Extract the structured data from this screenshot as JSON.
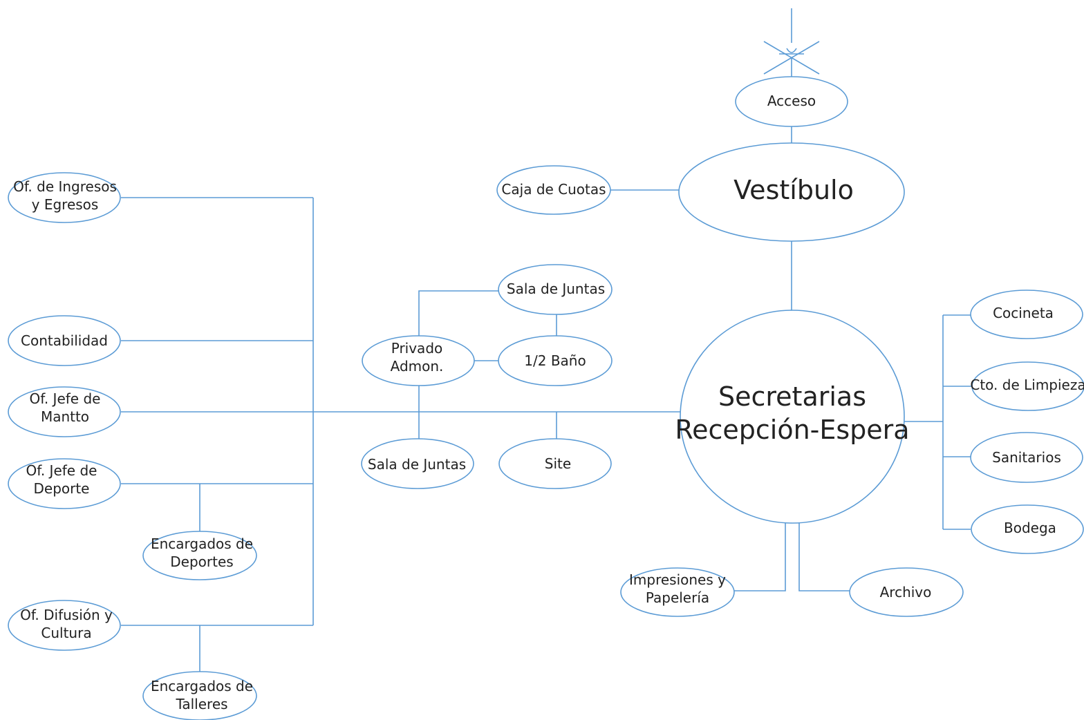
{
  "colors": {
    "line": "#5b9bd5",
    "text": "#222222",
    "background": "#ffffff"
  },
  "diagram": {
    "entry_marker": "entry-arrow-icon",
    "nodes": {
      "acceso": {
        "lines": [
          "Acceso"
        ]
      },
      "vestibulo": {
        "lines": [
          "Vestíbulo"
        ]
      },
      "caja_cuotas": {
        "lines": [
          "Caja de Cuotas"
        ]
      },
      "secretarias": {
        "lines": [
          "Secretarias",
          "Recepción-Espera"
        ]
      },
      "cocineta": {
        "lines": [
          "Cocineta"
        ]
      },
      "cto_limpieza": {
        "lines": [
          "Cto. de Limpieza"
        ]
      },
      "sanitarios": {
        "lines": [
          "Sanitarios"
        ]
      },
      "bodega": {
        "lines": [
          "Bodega"
        ]
      },
      "impresiones": {
        "lines": [
          "Impresiones y",
          "Papelería"
        ]
      },
      "archivo": {
        "lines": [
          "Archivo"
        ]
      },
      "sala_juntas_top": {
        "lines": [
          "Sala de Juntas"
        ]
      },
      "medio_bano": {
        "lines": [
          "1/2 Baño"
        ]
      },
      "privado_admon": {
        "lines": [
          "Privado",
          "Admon."
        ]
      },
      "sala_juntas_bottom": {
        "lines": [
          "Sala de Juntas"
        ]
      },
      "site": {
        "lines": [
          "Site"
        ]
      },
      "of_ingresos": {
        "lines": [
          "Of. de Ingresos",
          "y Egresos"
        ]
      },
      "contabilidad": {
        "lines": [
          "Contabilidad"
        ]
      },
      "of_mantto": {
        "lines": [
          "Of. Jefe de",
          "Mantto"
        ]
      },
      "of_deporte": {
        "lines": [
          "Of. Jefe de",
          "Deporte"
        ]
      },
      "encargados_deportes": {
        "lines": [
          "Encargados de",
          "Deportes"
        ]
      },
      "of_difusion": {
        "lines": [
          "Of. Difusión y",
          "Cultura"
        ]
      },
      "encargados_talleres": {
        "lines": [
          "Encargados de",
          "Talleres"
        ]
      }
    }
  }
}
